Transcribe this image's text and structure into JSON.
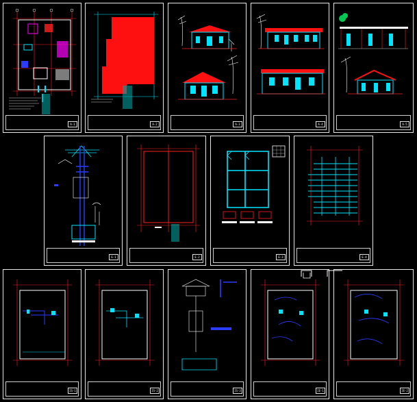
{
  "sheets": [
    {
      "id": "sheet-1",
      "kind": "floor-plan",
      "number": "A-1"
    },
    {
      "id": "sheet-2",
      "kind": "roof-plan",
      "number": "A-2"
    },
    {
      "id": "sheet-3",
      "kind": "elevations-1",
      "number": "A-3"
    },
    {
      "id": "sheet-4",
      "kind": "elevations-2",
      "number": "A-4"
    },
    {
      "id": "sheet-5",
      "kind": "sections",
      "number": "A-5"
    },
    {
      "id": "sheet-6",
      "kind": "structural-details",
      "number": "E-1"
    },
    {
      "id": "sheet-7",
      "kind": "foundation-plan",
      "number": "E-2"
    },
    {
      "id": "sheet-8",
      "kind": "framing-plan",
      "number": "E-3"
    },
    {
      "id": "sheet-9",
      "kind": "roof-framing",
      "number": "E-4"
    },
    {
      "id": "sheet-10",
      "kind": "plumbing-1",
      "number": "IS-1"
    },
    {
      "id": "sheet-11",
      "kind": "plumbing-2",
      "number": "IS-2"
    },
    {
      "id": "sheet-12",
      "kind": "plumbing-details",
      "number": "IS-3"
    },
    {
      "id": "sheet-13",
      "kind": "electrical-1",
      "number": "IE-1"
    },
    {
      "id": "sheet-14",
      "kind": "electrical-2",
      "number": "IE-2"
    }
  ],
  "colors": {
    "background": "#000000",
    "sheet_border": "#e8e8e8",
    "wall_red": "#ff2020",
    "roof_red": "#ff0000",
    "cyan": "#00e5ff",
    "blue": "#2a3cff",
    "magenta": "#ff00ff",
    "white": "#ffffff",
    "gray": "#bdbdbd"
  }
}
